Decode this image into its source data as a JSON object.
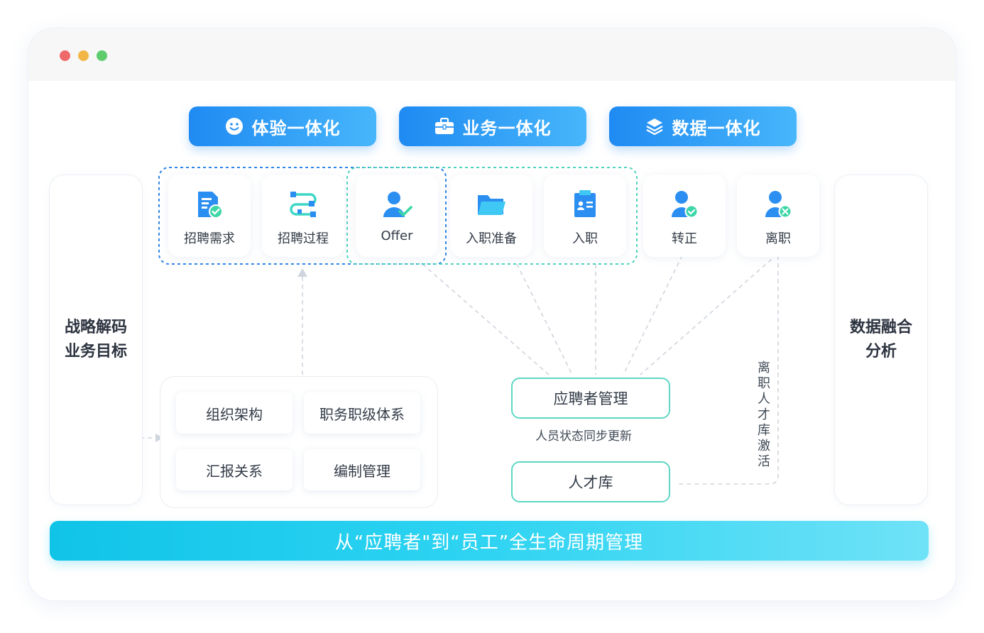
{
  "pills": [
    {
      "label": "体验一体化",
      "icon": "smile-icon"
    },
    {
      "label": "业务一体化",
      "icon": "briefcase-icon"
    },
    {
      "label": "数据一体化",
      "icon": "layers-icon"
    }
  ],
  "left_panel": {
    "line1": "战略解码",
    "line2": "业务目标"
  },
  "right_panel": {
    "line1": "数据融合",
    "line2": "分析"
  },
  "stages": [
    {
      "label": "招聘需求",
      "icon": "document-check-icon"
    },
    {
      "label": "招聘过程",
      "icon": "process-flow-icon"
    },
    {
      "label": "Offer",
      "icon": "user-check-icon"
    },
    {
      "label": "入职准备",
      "icon": "folder-icon"
    },
    {
      "label": "入职",
      "icon": "clipboard-icon"
    },
    {
      "label": "转正",
      "icon": "user-confirm-icon"
    },
    {
      "label": "离职",
      "icon": "user-remove-icon"
    }
  ],
  "org": {
    "items": [
      "组织架构",
      "职务职级体系",
      "汇报关系",
      "编制管理"
    ]
  },
  "applicant_mgmt": "应聘者管理",
  "sync_note": "人员状态同步更新",
  "talent_pool": "人才库",
  "vertical_note": "离职人才库激活",
  "bottom_banner": "从“应聘者\"到“员工”全生命周期管理",
  "colors": {
    "primary_blue": "#1f8af2",
    "teal": "#5ed7c3",
    "cyan_banner": "#10c4e8",
    "blue_dashed": "#2f86e8",
    "teal_dashed": "#4fd3bd"
  }
}
